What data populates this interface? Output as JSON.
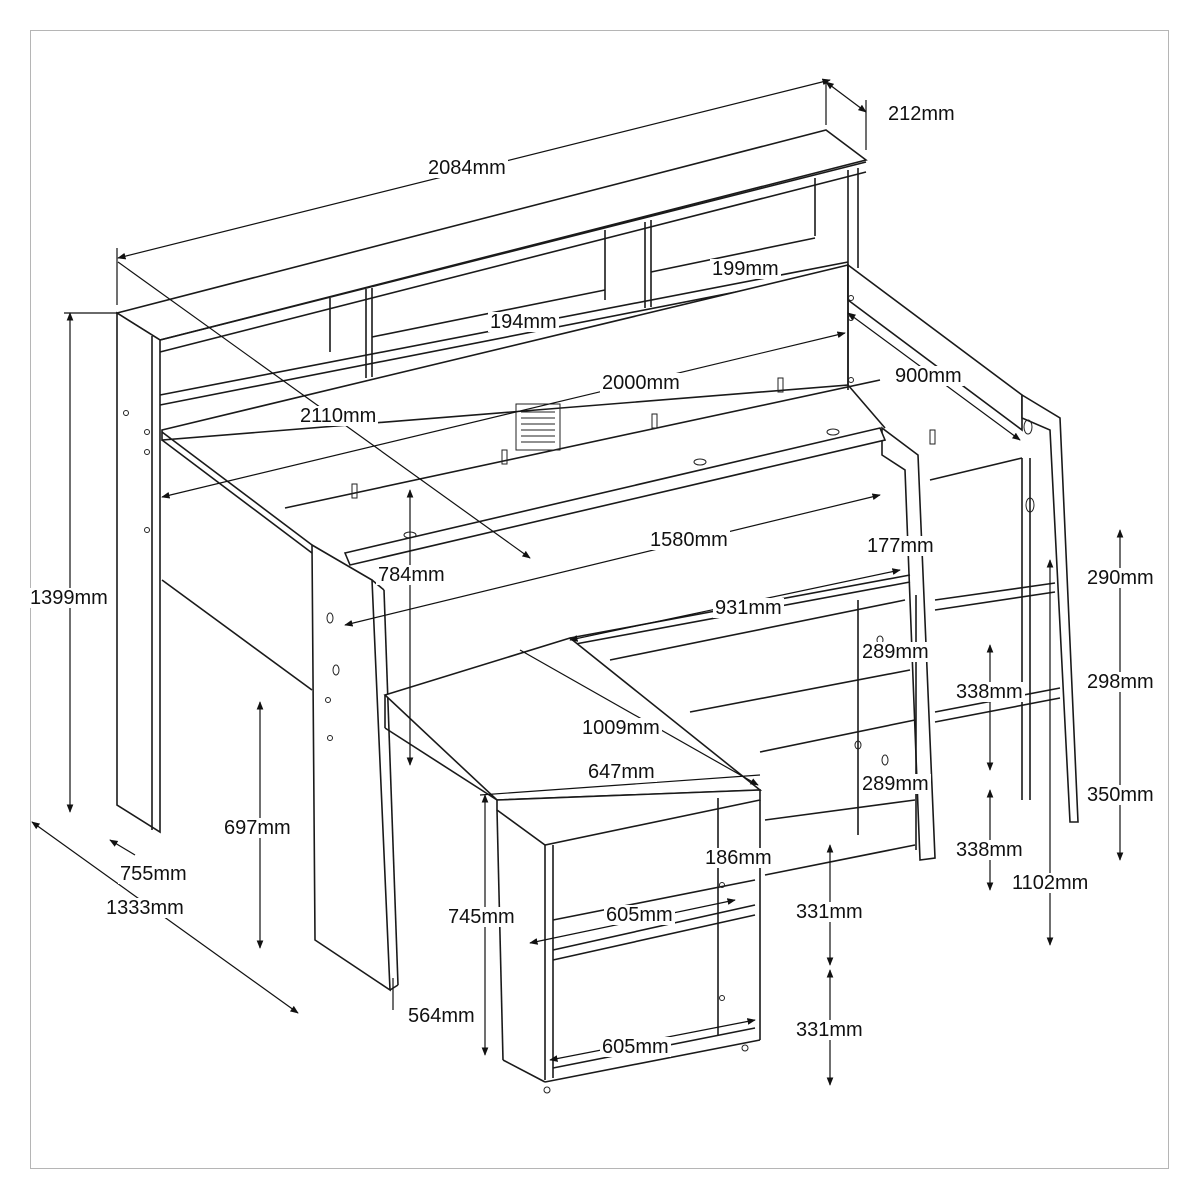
{
  "dimensions": {
    "overall_length": "2084mm",
    "shelf_depth": "212mm",
    "shelf_compartment_right": "199mm",
    "shelf_compartment_mid": "194mm",
    "inner_length": "2000mm",
    "overall_width": "2110mm",
    "end_panel_width": "900mm",
    "total_height": "1399mm",
    "desk_length": "1580mm",
    "ladder_width": "177mm",
    "bed_height": "784mm",
    "step_1": "290mm",
    "shelf_length": "931mm",
    "shelf_height_upper": "289mm",
    "shelf_depth_upper": "338mm",
    "step_2": "298mm",
    "desk_depth": "1009mm",
    "desk_top": "647mm",
    "shelf_height_lower": "289mm",
    "step_3": "350mm",
    "underbed_height": "697mm",
    "shelf_depth_lower": "338mm",
    "cabinet_gap": "186mm",
    "footprint_side": "755mm",
    "footprint_depth": "1333mm",
    "ladder_height": "1102mm",
    "desk_height": "745mm",
    "cabinet_shelf_upper": "605mm",
    "cabinet_height_upper": "331mm",
    "desk_leg": "564mm",
    "cabinet_shelf_lower": "605mm",
    "cabinet_height_lower": "331mm"
  }
}
